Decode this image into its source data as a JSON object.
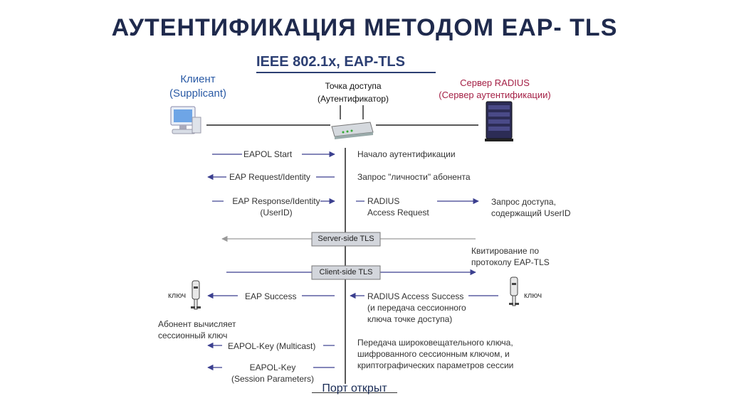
{
  "slide_title": "АУТЕНТИФИКАЦИЯ МЕТОДОМ EAP- TLS",
  "diagram_title": "IEEE 802.1x, EAP-TLS",
  "roles": {
    "client_name": "Клиент",
    "client_role": "(Supplicant)",
    "ap_name": "Точка доступа",
    "ap_role": "(Аутентификатор)",
    "server_name": "Сервер RADIUS",
    "server_role": "(Сервер аутентификации)"
  },
  "messages": {
    "eapol_start": "EAPOL Start",
    "start_auth": "Начало аутентификации",
    "eap_request_identity": "EAP Request/Identity",
    "identity_request": "Запрос \"личности\" абонента",
    "eap_response_identity": "EAP Response/Identity",
    "userid": "(UserID)",
    "radius_access_request_1": "RADIUS",
    "radius_access_request_2": "Access Request",
    "access_request_note_1": "Запрос доступа,",
    "access_request_note_2": "содержащий UserID",
    "server_side_tls": "Server-side TLS",
    "handshake_note_1": "Квитирование по",
    "handshake_note_2": "протоколу EAP-TLS",
    "client_side_tls": "Client-side TLS",
    "key_label_left": "ключ",
    "eap_success": "EAP Success",
    "radius_access_success": "RADIUS Access Success",
    "session_key_note_1": "(и передача сессионного",
    "session_key_note_2": "ключа точке доступа)",
    "key_label_right": "ключ",
    "subscriber_computes_1": "Абонент вычисляет",
    "subscriber_computes_2": "сессионный ключ",
    "eapol_key_multicast": "EAPOL-Key (Multicast)",
    "broadcast_note_1": "Передача широковещательного ключа,",
    "broadcast_note_2": "шифрованного сессионным ключом, и",
    "broadcast_note_3": "криптографических параметров сессии",
    "eapol_key_session_1": "EAPOL-Key",
    "eapol_key_session_2": "(Session Parameters)"
  },
  "port_open": "Порт открыт",
  "icons": {
    "client": "computer-icon",
    "ap": "wireless-router-icon",
    "server": "server-icon",
    "key": "key-icon"
  },
  "colors": {
    "title": "#1f2a4d",
    "client": "#2a5aa5",
    "server": "#a41f45",
    "arrow": "#3b3f8f"
  }
}
